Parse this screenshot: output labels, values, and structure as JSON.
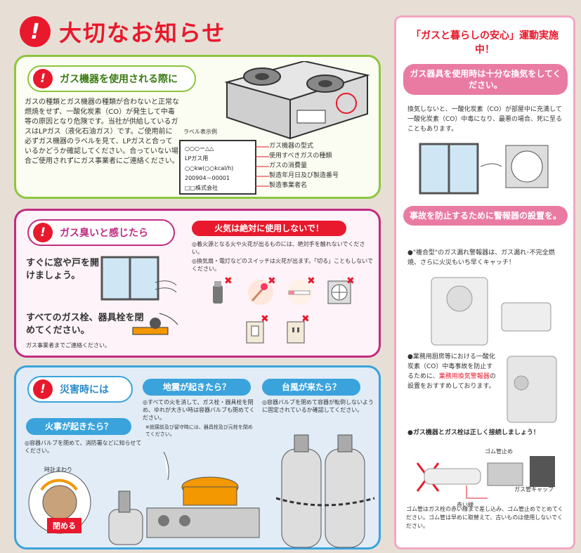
{
  "header": {
    "title": "大切なお知らせ"
  },
  "section_usage": {
    "title": "ガス機器を使用される際に",
    "body": "ガスの種類とガス機器の種類が合わないと正常な燃焼をせず、一酸化炭素（CO）が発生して中毒等の原因となり危険です。当社が供給しているガスはLPガス（液化石油ガス）です。ご使用前に必ずガス機器のラベルを見て、LPガスと合っているかどうか確認してください。合っていない場合ご使用されずにガス事業者にご連絡ください。",
    "label_title": "ラベル表示例",
    "label_lines": [
      "○○○ー△△",
      "LPガス用",
      "○○kw(○○kcal/h)",
      "200904－00001",
      "□□株式会社"
    ],
    "label_desc": [
      "ガス機器の型式",
      "使用すべきガスの種類",
      "ガスの消費量",
      "製造年月日及び製造番号",
      "製造事業者名"
    ]
  },
  "section_smell": {
    "title": "ガス臭いと感じたら",
    "step1": "すぐに窓や戸を開けましょう。",
    "step2": "すべてのガス栓、器具栓を閉めてください。",
    "note": "ガス事業者までご連絡ください。",
    "fire_title": "火気は絶対に使用しないで！",
    "fire_note1": "◎着火源となる火や火花が出るものには、絶対手を触れないでください。",
    "fire_note2": "◎換気扇・電灯などのスイッチは火花が出ます。「切る」こともしないでください。"
  },
  "section_disaster": {
    "title": "災害時には",
    "fire_title": "火事が起きたら？",
    "fire_body": "◎容器バルブを閉めて、消防署などに知らせてください。",
    "clock_label": "時計まわり",
    "close_label": "閉める",
    "quake_title": "地震が起きたら？",
    "quake_body": "◎すべての火を消して、ガス栓・器具栓を閉め、ゆれが大きい時は容器バルブも閉めてください。",
    "quake_note": "※就寝前及び留守時には、器具栓及び元栓を閉めてください。",
    "typhoon_title": "台風が来たら？",
    "typhoon_body": "◎容器バルブを閉めて容器が転倒しないように固定されているか確認してください。"
  },
  "side": {
    "campaign": "「ガスと暮らしの安心」運動実施中！",
    "vent_title": "ガス器具を使用時は十分な換気をしてください。",
    "vent_body": "換気しないと、一酸化炭素（CO）が部屋中に充満して一酸化炭素（CO）中毒になり、最悪の場合、死に至ることもあります。",
    "alarm_title": "事故を防止するために警報器の設置を。",
    "alarm_body": "●\"複合型\"のガス漏れ警報器は、ガス漏れ･不完全燃焼、さらに火災もいち早くキャッチ！",
    "biz_body_1": "●業務用厨房等における一酸化炭素（CO）中毒事故を防止するために、",
    "biz_highlight": "業務用換気警報器",
    "biz_body_2": "の設置をおすすめしております。",
    "connect_title": "●ガス機器とガス栓は正しく接続しましょう！",
    "hose_stop": "ゴム管止め",
    "red_line": "赤い線",
    "gas_cap": "ガス管キャップ",
    "connect_body": "ゴム管はガス栓の赤い線まで差し込み、ゴム管止めでとめてください。ゴム管は早めに取替えて、古いものは使用しないでください。"
  },
  "colors": {
    "red": "#e8192c",
    "green": "#8cc63f",
    "pink": "#c22b82",
    "blue": "#3aa3dc"
  }
}
